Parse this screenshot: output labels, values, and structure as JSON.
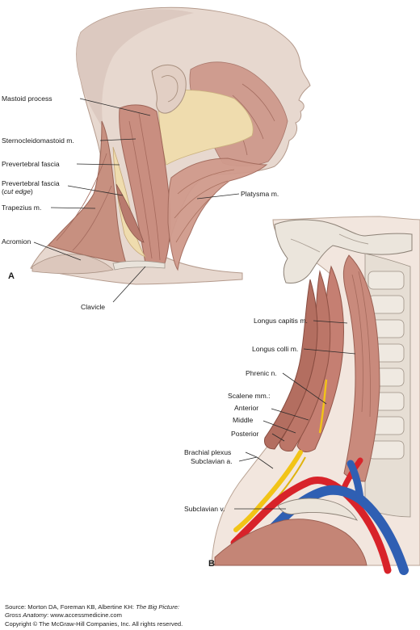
{
  "panels": {
    "a": "A",
    "b": "B"
  },
  "labels_a": {
    "mastoid": "Mastoid process",
    "scm": "Sternocleidomastoid m.",
    "prevert": "Prevertebral fascia",
    "prevert_cut_1": "Prevertebral fascia",
    "prevert_cut_2_open": "(",
    "prevert_cut_2_italic": "cut edge",
    "prevert_cut_2_close": ")",
    "trapezius": "Trapezius m.",
    "acromion": "Acromion",
    "platysma": "Platysma m.",
    "clavicle": "Clavicle"
  },
  "labels_b": {
    "longus_capitis": "Longus capitis m.",
    "longus_colli": "Longus colli m.",
    "phrenic": "Phrenic n.",
    "scalene": "Scalene mm.:",
    "anterior": "Anterior",
    "middle": "Middle",
    "posterior": "Posterior",
    "brachial": "Brachial plexus",
    "subclavian_a": "Subclavian a.",
    "subclavian_v": "Subclavian v."
  },
  "source": {
    "line1_prefix": "Source: Morton DA, Foreman KB, Albertine KH: ",
    "line1_italic": "The Big Picture:",
    "line2_italic": "Gross Anatomy",
    "line2_rest": ": www.accessmedicine.com",
    "line3": "Copyright © The McGraw-Hill Companies, Inc. All rights reserved."
  },
  "colors": {
    "skin": "#e7d8cf",
    "skin_shadow": "#cdb6aa",
    "muscle": "#c98e80",
    "muscle_dark": "#a86a5d",
    "fascia": "#efdcae",
    "bone": "#e9e3db",
    "bone_shadow": "#bdb3a8",
    "artery": "#d8232a",
    "vein": "#2f5fb3",
    "nerve": "#f2c417",
    "leader": "#2a2a2a"
  }
}
